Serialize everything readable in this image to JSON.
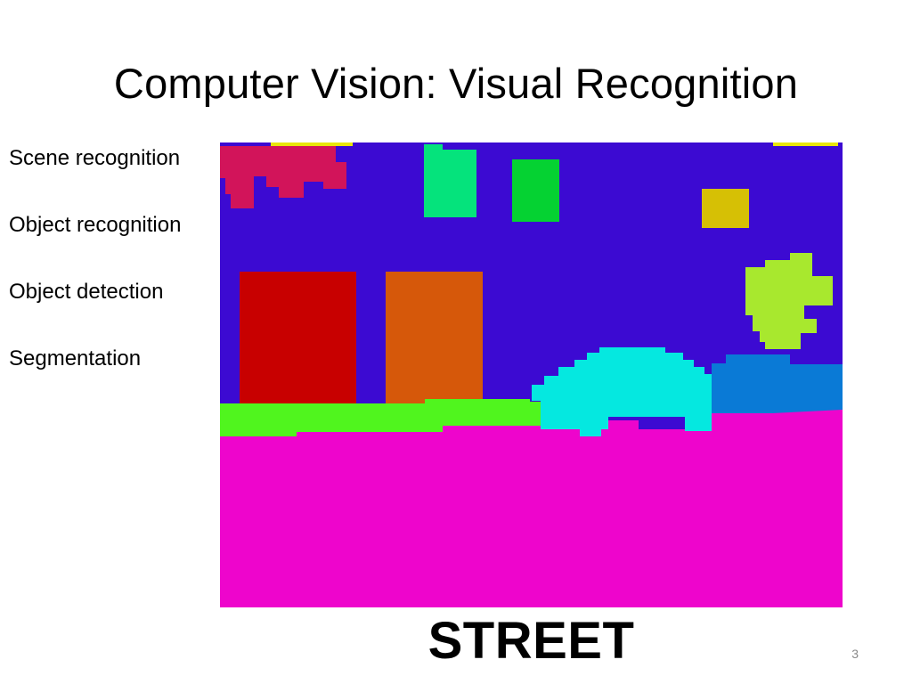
{
  "slide": {
    "title": "Computer Vision: Visual Recognition",
    "bullets": [
      "Scene recognition",
      "Object recognition",
      "Object detection",
      "Segmentation"
    ],
    "scene_label": "STREET",
    "page_number": "3"
  },
  "segmentation_colors": {
    "sky": "#3C0AD2",
    "ground": "#EE05CC",
    "red_building": "#C80000",
    "orange_building": "#D6580A",
    "grass": "#50F51E",
    "car": "#05E8E0",
    "blue_vehicle": "#0A7AD6",
    "tree": "#A8E82E",
    "foliage_top_left": "#D2145A",
    "window_green_1": "#05E37C",
    "window_green_2": "#05D232",
    "window_yellow": "#D6C005",
    "sky_edge_yellow": "#E8E60A"
  }
}
